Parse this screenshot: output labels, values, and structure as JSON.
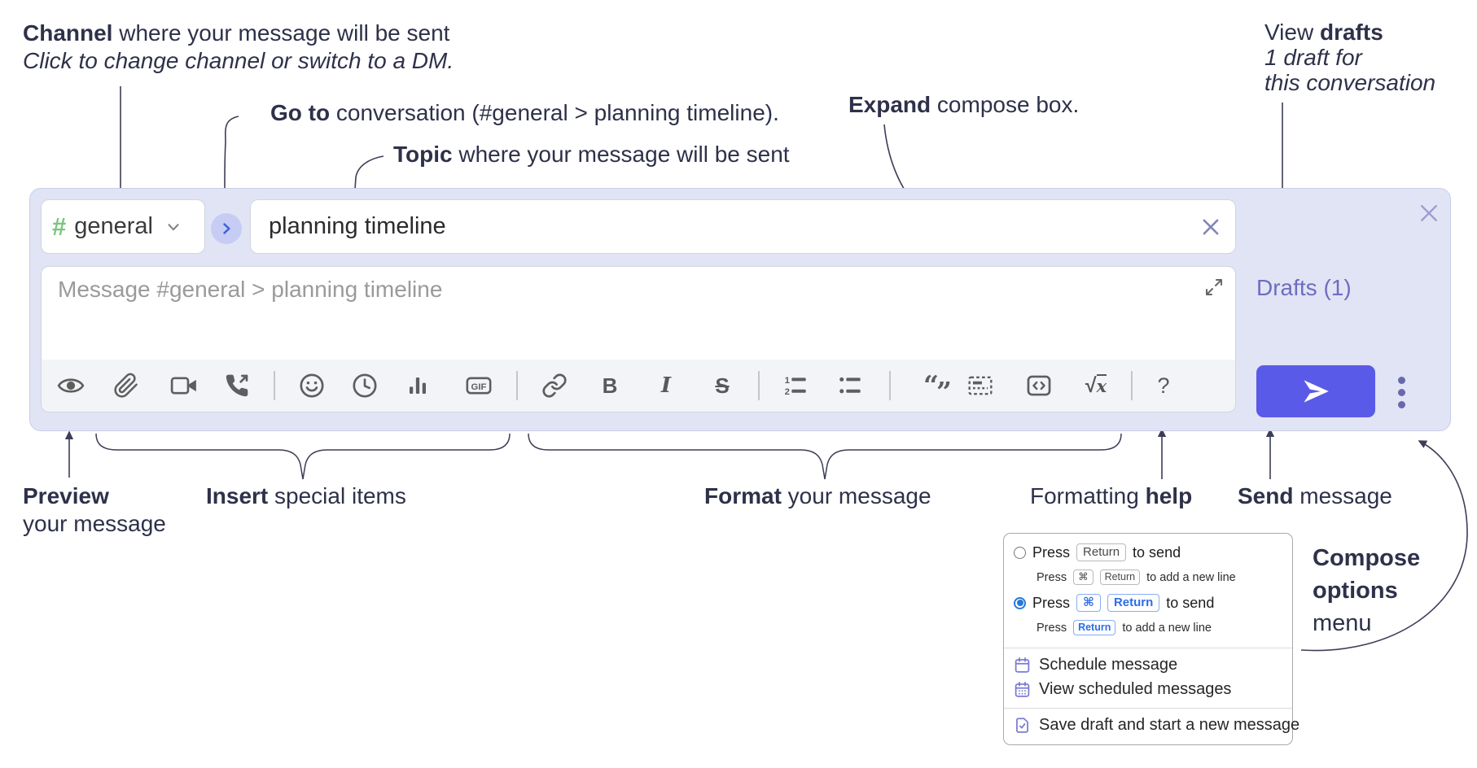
{
  "annotations": {
    "channel": {
      "bold": "Channel",
      "rest": " where your message will be sent",
      "italic": "Click to change channel or switch to a DM."
    },
    "goto": {
      "bold": "Go to",
      "rest": " conversation (#general > planning timeline)."
    },
    "topic": {
      "bold": "Topic",
      "rest": " where your message will be sent"
    },
    "expand": {
      "bold": "Expand",
      "rest": " compose box."
    },
    "view_drafts": {
      "regular": "View ",
      "bold": "drafts",
      "italic_line2": "1 draft for",
      "italic_line3": "this conversation"
    },
    "preview": {
      "bold": "Preview",
      "line2": "your message"
    },
    "insert": {
      "bold": "Insert",
      "rest": " special items"
    },
    "format": {
      "bold": "Format",
      "rest": " your message"
    },
    "formatting_help": {
      "regular": "Formatting ",
      "bold": "help"
    },
    "send": {
      "bold": "Send",
      "rest": " message"
    },
    "compose_options": {
      "line1": "Compose",
      "line2": "options",
      "line3": "menu"
    }
  },
  "compose": {
    "channel_hash": "#",
    "channel_name": "general",
    "topic_value": "planning timeline",
    "message_placeholder": "Message #general > planning timeline",
    "drafts_link": "Drafts (1)"
  },
  "toolbar": {
    "gif": "GIF",
    "bold": "B",
    "italic": "I",
    "strike": "S",
    "math_sqrt": "√",
    "math_x": "x",
    "help": "?",
    "quote_open": "“",
    "quote_close": "”"
  },
  "popup": {
    "option1": {
      "press": "Press",
      "key1": "Return",
      "tail": "to send",
      "sub_press": "Press",
      "sub_key1": "⌘",
      "sub_key2": "Return",
      "sub_tail": "to add a new line"
    },
    "option2": {
      "press": "Press",
      "key1": "⌘",
      "key2": "Return",
      "tail": "to send",
      "sub_press": "Press",
      "sub_key1": "Return",
      "sub_tail": "to add a new line"
    },
    "item_schedule": "Schedule message",
    "item_view_scheduled": "View scheduled messages",
    "item_save_draft": "Save draft and start a new message"
  },
  "colors": {
    "compose_bg": "#e1e4f4",
    "send_button": "#5a5ae8",
    "channel_hash_green": "#7cc47f",
    "drafts_link": "#6d6dc0",
    "kbd_blue": "#2e6de8",
    "radio_selected": "#2779d8",
    "annotation_text": "#2e3149"
  }
}
